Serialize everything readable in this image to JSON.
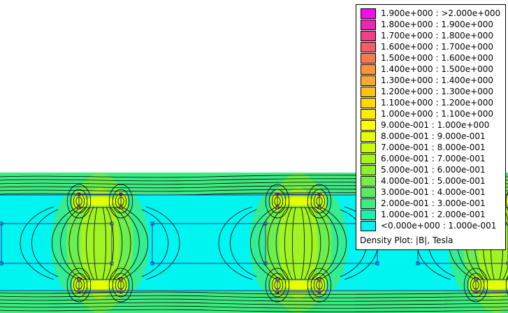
{
  "legend": {
    "rows": [
      {
        "label": "1.900e+000 : >2.000e+000",
        "color": "#ee11ee"
      },
      {
        "label": "1.800e+000 : 1.900e+000",
        "color": "#f022b8"
      },
      {
        "label": "1.700e+000 : 1.800e+000",
        "color": "#f23f88"
      },
      {
        "label": "1.600e+000 : 1.700e+000",
        "color": "#f45e68"
      },
      {
        "label": "1.500e+000 : 1.600e+000",
        "color": "#f77b4e"
      },
      {
        "label": "1.400e+000 : 1.500e+000",
        "color": "#fa933a"
      },
      {
        "label": "1.300e+000 : 1.400e+000",
        "color": "#fcab28"
      },
      {
        "label": "1.200e+000 : 1.300e+000",
        "color": "#fec217"
      },
      {
        "label": "1.100e+000 : 1.200e+000",
        "color": "#ffd80a"
      },
      {
        "label": "1.000e+000 : 1.100e+000",
        "color": "#ffec00"
      },
      {
        "label": "9.000e-001 : 1.000e+000",
        "color": "#ffff00"
      },
      {
        "label": "8.000e-001 : 9.000e-001",
        "color": "#e6ff00"
      },
      {
        "label": "7.000e-001 : 8.000e-001",
        "color": "#c8ff00"
      },
      {
        "label": "6.000e-001 : 7.000e-001",
        "color": "#a8f51a"
      },
      {
        "label": "5.000e-001 : 6.000e-001",
        "color": "#8cf02e"
      },
      {
        "label": "4.000e-001 : 5.000e-001",
        "color": "#72ee48"
      },
      {
        "label": "3.000e-001 : 4.000e-001",
        "color": "#58ec62"
      },
      {
        "label": "2.000e-001 : 3.000e-001",
        "color": "#3eea82"
      },
      {
        "label": "1.000e-001 : 2.000e-001",
        "color": "#20eeaa"
      },
      {
        "label": "<0.000e+000 : 1.000e-001",
        "color": "#00f4f0"
      }
    ],
    "caption": "Density Plot: |B|, Tesla"
  },
  "colors": {
    "background_field": "#00f4f0",
    "band_field": "#3eea82",
    "contour": "#000000",
    "geometry": "#2a2a9a"
  }
}
